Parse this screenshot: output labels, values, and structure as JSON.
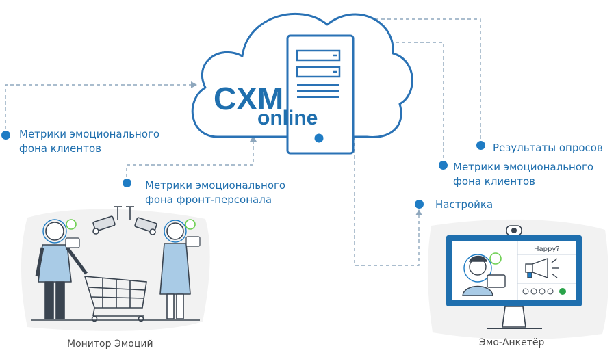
{
  "logo": {
    "line1": "CXM",
    "line2": "online"
  },
  "labels": {
    "left_metrics_clients": [
      "Метрики эмоционального",
      "фона клиентов"
    ],
    "front_staff_metrics": [
      "Метрики эмоционального",
      "фона фронт-персонала"
    ],
    "survey_results": "Результаты опросов",
    "right_metrics_clients": [
      "Метрики эмоционального",
      "фона клиентов"
    ],
    "settings": "Настройка"
  },
  "captions": {
    "emotion_monitor": "Монитор Эмоций",
    "emo_surveyor": "Эмо-Анкетёр"
  },
  "screen": {
    "question": "Happy?"
  },
  "colors": {
    "accent": "#1f7cc4",
    "line": "#2a72b5",
    "dash": "#8ea7bd",
    "blob": "#f2f2f2",
    "suit": "#a9cbe6",
    "dark": "#3a4450"
  }
}
